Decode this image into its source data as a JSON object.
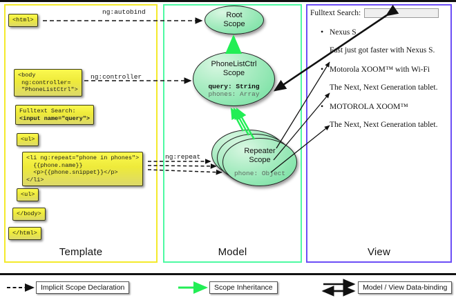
{
  "panels": {
    "template": {
      "label": "Template",
      "border_color": "#f4ea2a",
      "boxes": [
        {
          "name": "html-open",
          "text": "<html>"
        },
        {
          "name": "body-open",
          "text": "<body\n ng:controller=\n \"PhoneListCtrl\">"
        },
        {
          "name": "search-markup",
          "line1": "Fulltext Search:",
          "line2": "<input name=\"query\">"
        },
        {
          "name": "ul-open",
          "text": "<ul>"
        },
        {
          "name": "li-repeat",
          "text": "<li ng:repeat=\"phone in phones\">\n  {{phone.name}}\n  <p>{{phone.snippet}}</p>\n</li>"
        },
        {
          "name": "ul-close",
          "text": "<ul>"
        },
        {
          "name": "body-close",
          "text": "</body>"
        },
        {
          "name": "html-close",
          "text": "</html>"
        }
      ]
    },
    "model": {
      "label": "Model",
      "border_color": "#4dfaa2",
      "scopes": [
        {
          "name": "root-scope",
          "title_line1": "Root",
          "title_line2": "Scope",
          "props": []
        },
        {
          "name": "phonelistctrl-scope",
          "title_line1": "PhoneListCtrl",
          "title_line2": "Scope",
          "props": [
            {
              "text": "query: String",
              "style": "strong"
            },
            {
              "text": "phones: Array",
              "style": "dim"
            }
          ]
        },
        {
          "name": "repeater-scope",
          "title_line1": "Repeater",
          "title_line2": "Scope",
          "props": [
            {
              "text": "phone: Object",
              "style": "dim"
            }
          ]
        }
      ]
    },
    "view": {
      "label": "View",
      "border_color": "#6b4df6",
      "search_label": "Fulltext Search:",
      "search_value": "",
      "items": [
        {
          "name": "Nexus S",
          "snippet": "Fast just got faster with Nexus S."
        },
        {
          "name": "Motorola XOOM™  with Wi-Fi",
          "snippet": "The Next, Next Generation tablet."
        },
        {
          "name": "MOTOROLA XOOM™",
          "snippet": "The Next, Next Generation tablet."
        }
      ]
    }
  },
  "edge_labels": {
    "autobind": "ng:autobind",
    "controller": "ng:controller",
    "repeat": "ng:repeat"
  },
  "legend": {
    "items": [
      {
        "name": "implicit-scope-declaration",
        "label": "Implicit Scope Declaration",
        "arrow": "dashed-black"
      },
      {
        "name": "scope-inheritance",
        "label": "Scope Inheritance",
        "arrow": "solid-green"
      },
      {
        "name": "model-view-data-binding",
        "label": "Model / View Data-binding",
        "arrow": "double-black"
      }
    ]
  },
  "colors": {
    "template_border": "#f4ea2a",
    "model_border": "#4dfaa2",
    "view_border": "#6b4df6",
    "inheritance_green": "#22ee55",
    "code_box_yellow": "#eeea3a"
  }
}
